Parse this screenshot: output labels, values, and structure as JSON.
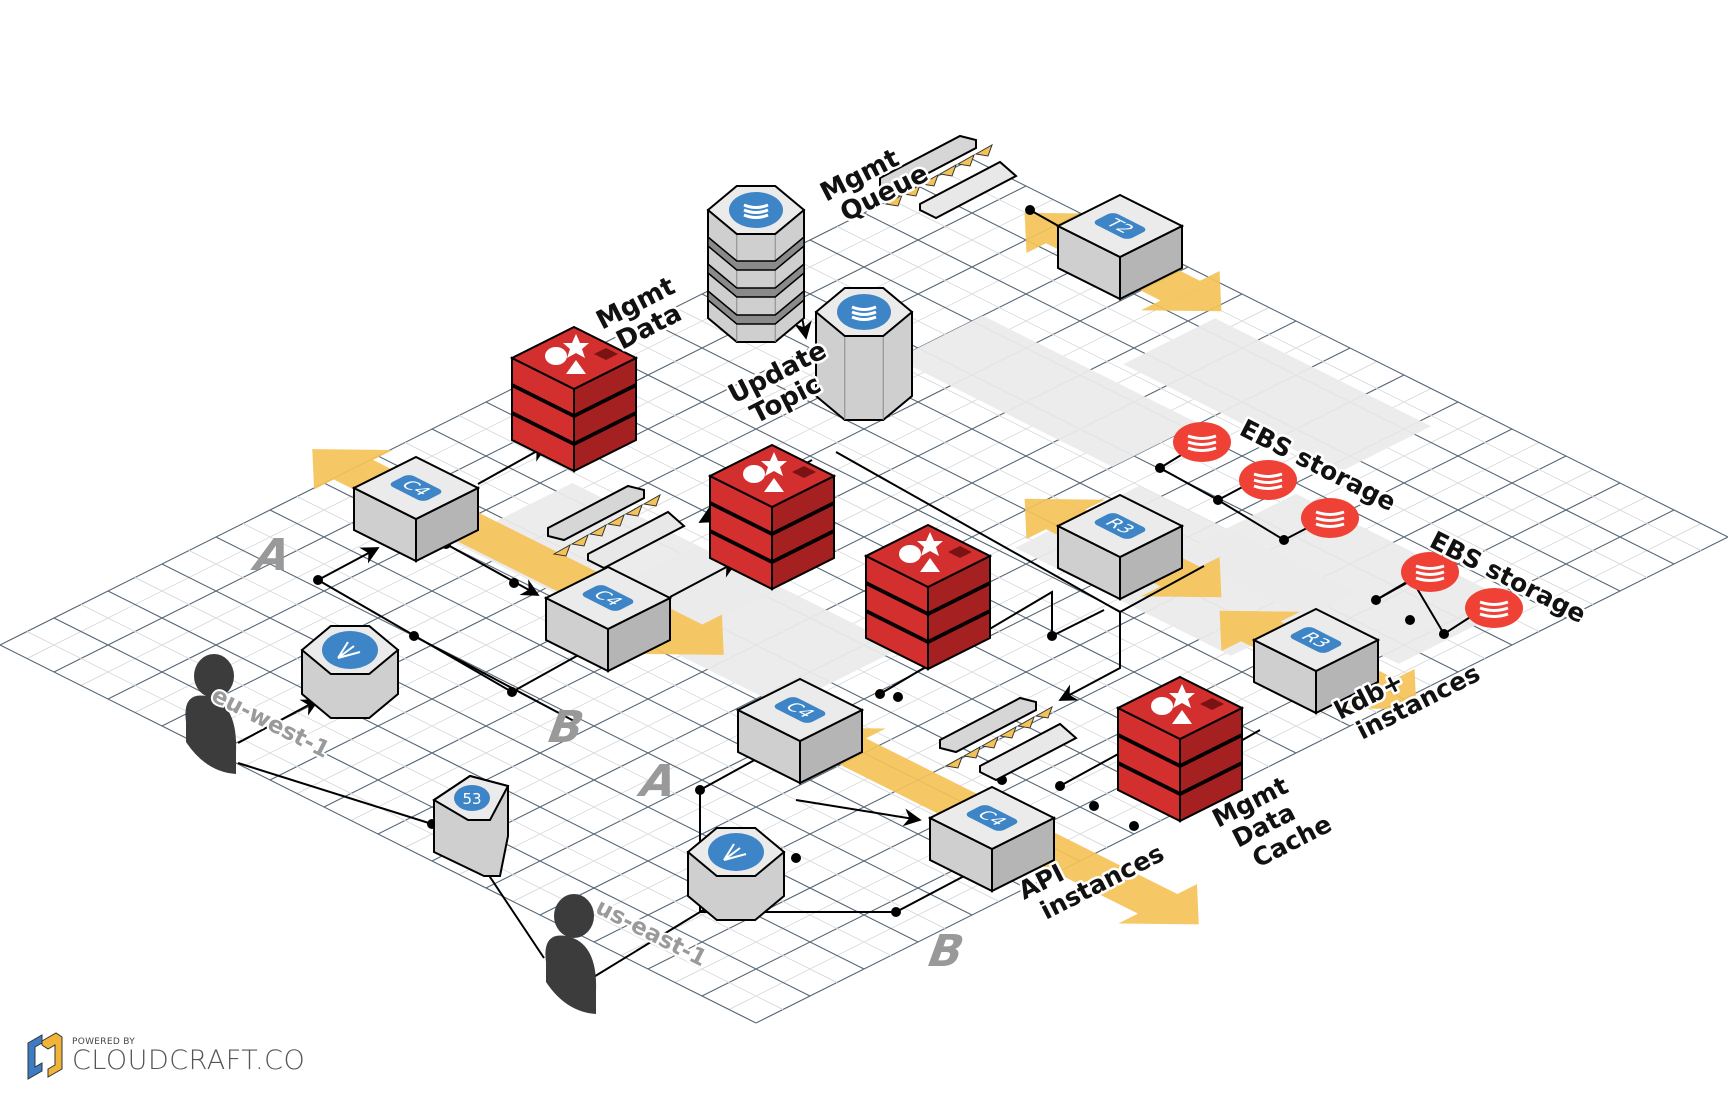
{
  "diagram": {
    "title": "Cloudcraft AWS architecture diagram",
    "colors": {
      "grid_major": "#5b6b7b",
      "grid_minor": "#dcdcdc",
      "zone_fill": "#ebebeb",
      "autoscale_arrow": "#f4c358",
      "ec2_top": "#ebebeb",
      "ec2_left": "#cfcfcf",
      "ec2_right": "#b5b5b5",
      "badge_blue": "#3d85c6",
      "redis_red": "#d32f2f",
      "redis_dark": "#a52020",
      "ebs_red": "#ef4136",
      "connector": "#000000"
    },
    "regions": [
      {
        "id": "eu",
        "label": "eu-west-1"
      },
      {
        "id": "us",
        "label": "us-east-1"
      }
    ],
    "zones": [
      {
        "id": "eu-a",
        "label": "A"
      },
      {
        "id": "eu-b",
        "label": "B"
      },
      {
        "id": "us-a",
        "label": "A"
      },
      {
        "id": "us-b",
        "label": "B"
      }
    ],
    "labels": {
      "mgmt_queue": [
        "Mgmt",
        "Queue"
      ],
      "mgmt_data": [
        "Mgmt",
        "Data"
      ],
      "update_topic": [
        "Update",
        "Topic"
      ],
      "ebs_storage_1": "EBS storage",
      "ebs_storage_2": "EBS storage",
      "kdb_instances": [
        "kdb+",
        "instances"
      ],
      "api_instances": [
        "API",
        "instances"
      ],
      "mgmt_data_cache": [
        "Mgmt",
        "Data",
        "Cache"
      ]
    },
    "nodes": [
      {
        "id": "t2",
        "type": "ec2",
        "badge": "T2"
      },
      {
        "id": "c4-eu-a",
        "type": "ec2",
        "badge": "C4"
      },
      {
        "id": "c4-eu-b",
        "type": "ec2",
        "badge": "C4"
      },
      {
        "id": "c4-us-a",
        "type": "ec2",
        "badge": "C4"
      },
      {
        "id": "c4-us-b",
        "type": "ec2",
        "badge": "C4"
      },
      {
        "id": "r3-1",
        "type": "ec2",
        "badge": "R3"
      },
      {
        "id": "r3-2",
        "type": "ec2",
        "badge": "R3"
      },
      {
        "id": "route53",
        "type": "route53",
        "badge": "53"
      },
      {
        "id": "elb-eu",
        "type": "elb",
        "badge": "elb"
      },
      {
        "id": "elb-us",
        "type": "elb",
        "badge": "elb"
      },
      {
        "id": "dynamodb",
        "type": "dynamodb",
        "badge": "db"
      },
      {
        "id": "sns",
        "type": "sns",
        "badge": "sns"
      },
      {
        "id": "redis-mgmt",
        "type": "elasticache",
        "badge": "redis"
      },
      {
        "id": "redis-eu-b",
        "type": "elasticache",
        "badge": "redis"
      },
      {
        "id": "redis-us-a",
        "type": "elasticache",
        "badge": "redis"
      },
      {
        "id": "redis-us-b",
        "type": "elasticache",
        "badge": "redis"
      },
      {
        "id": "sqs-mgmt",
        "type": "sqs",
        "badge": "sqs"
      },
      {
        "id": "sqs-eu",
        "type": "sqs",
        "badge": "sqs"
      },
      {
        "id": "sqs-us",
        "type": "sqs",
        "badge": "sqs"
      },
      {
        "id": "user-eu",
        "type": "user",
        "badge": "user"
      },
      {
        "id": "user-us",
        "type": "user",
        "badge": "user"
      }
    ],
    "ebs_volumes": 5,
    "logo": {
      "powered_by": "POWERED BY",
      "brand": "CLOUDCRAFT.CO"
    }
  }
}
